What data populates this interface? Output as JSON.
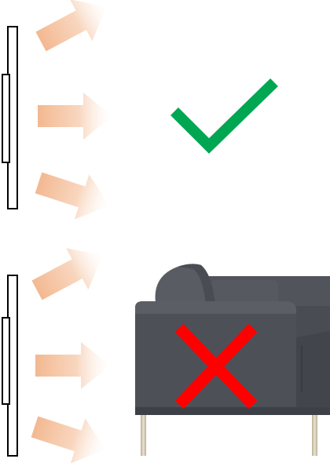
{
  "scenes": [
    {
      "id": "correct",
      "heater_present": true,
      "airflow_arrows": 3,
      "obstruction": null,
      "verdict": "checkmark",
      "verdict_color": "#00A651"
    },
    {
      "id": "incorrect",
      "heater_present": true,
      "airflow_arrows": 3,
      "obstruction": "sofa",
      "verdict": "cross",
      "verdict_color": "#FF0000"
    }
  ],
  "colors": {
    "arrow_start": "#F2B48A",
    "arrow_end": "#FFFFFF",
    "heater_stroke": "#000000",
    "sofa_body": "#4E5058",
    "sofa_shadow": "#3E4047",
    "sofa_cushion": "#5A5C64",
    "sofa_legs": "#D8CFB8"
  },
  "icons": [
    "radiator-panel-icon",
    "heat-arrow-icon",
    "checkmark-icon",
    "sofa-icon",
    "cross-icon"
  ]
}
